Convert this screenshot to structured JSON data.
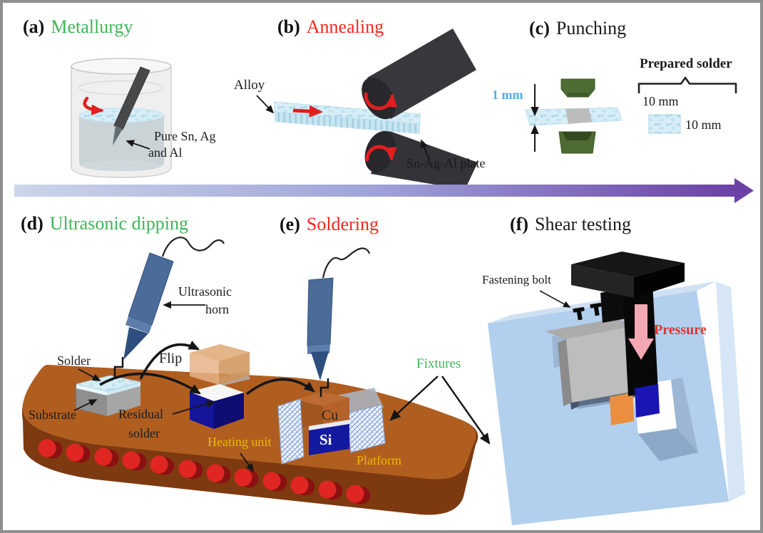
{
  "figure": {
    "sections": {
      "a": {
        "letter": "(a)",
        "name": "Metallurgy"
      },
      "b": {
        "letter": "(b)",
        "name": "Annealing"
      },
      "c": {
        "letter": "(c)",
        "name": "Punching"
      },
      "d": {
        "letter": "(d)",
        "name": "Ultrasonic dipping"
      },
      "e": {
        "letter": "(e)",
        "name": "Soldering"
      },
      "f": {
        "letter": "(f)",
        "name": "Shear testing"
      }
    },
    "labels": {
      "pure_metals": [
        "Pure Sn, Ag",
        "and Al"
      ],
      "alloy": "Alloy",
      "sn_ag_al_plate": "Sn-Ag-Al plate",
      "thickness": "1 mm",
      "prepared_solder": "Prepared solder",
      "solder_width": "10 mm",
      "solder_depth": "10 mm",
      "ultrasonic_horn": [
        "Ultrasonic",
        "horn"
      ],
      "solder": "Solder",
      "flip": "Flip",
      "substrate": "Substrate",
      "residual_solder": [
        "Residual",
        "solder"
      ],
      "heating_unit": "Heating unit",
      "platform": "Platform",
      "fixtures": "Fixtures",
      "cu": "Cu",
      "si": "Si",
      "fastening_bolt": "Fastening bolt",
      "pressure": "Pressure"
    },
    "colors": {
      "title_green": "#3db558",
      "title_red": "#f5261e",
      "dimension_blue": "#55abe4",
      "annotation_yellow": "#e7ba00",
      "annotation_green": "#3db558",
      "pressure_red": "#e23434",
      "timeline_gradient_start": "#ccd5ea",
      "timeline_gradient_end": "#6b41a6",
      "platform_brown": "#b05e20",
      "heater_red": "#e02622",
      "horn_blue": "#4b6b99",
      "solder_light_blue": "#d8eef7",
      "fixture_light_blue": "#b2cfed",
      "roller_dark": "#38383c",
      "punch_green": "#4d6b33",
      "si_blue": "#131a9f",
      "cu_orange": "#bc6c33"
    }
  }
}
